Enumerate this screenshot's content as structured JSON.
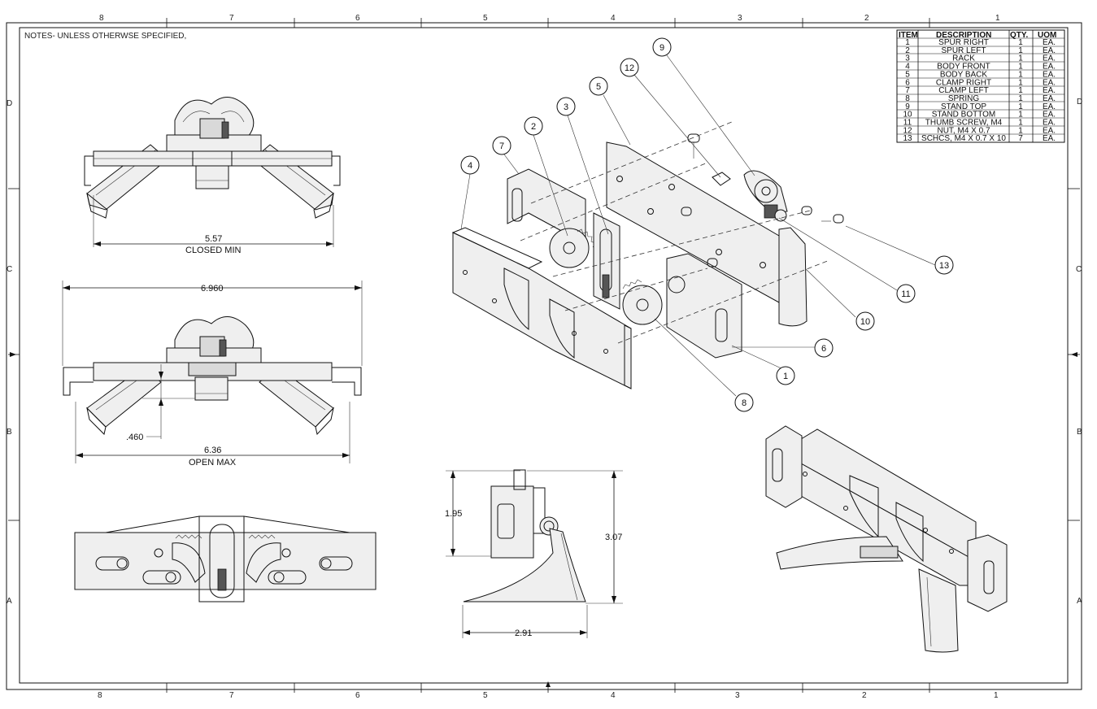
{
  "notes": "NOTES- UNLESS OTHERWSE SPECIFIED,",
  "zones_top": [
    "8",
    "7",
    "6",
    "5",
    "4",
    "3",
    "2",
    "1"
  ],
  "zones_bottom": [
    "8",
    "7",
    "6",
    "5",
    "4",
    "3",
    "2",
    "1"
  ],
  "zones_left": [
    "D",
    "C",
    "B",
    "A"
  ],
  "zones_right": [
    "D",
    "C",
    "B",
    "A"
  ],
  "bom": {
    "headers": [
      "ITEM",
      "DESCRIPTION",
      "QTY.",
      "UOM"
    ],
    "rows": [
      {
        "item": "1",
        "desc": "SPUR RIGHT",
        "qty": "1",
        "uom": "EA."
      },
      {
        "item": "2",
        "desc": "SPUR LEFT",
        "qty": "1",
        "uom": "EA."
      },
      {
        "item": "3",
        "desc": "RACK",
        "qty": "1",
        "uom": "EA."
      },
      {
        "item": "4",
        "desc": "BODY FRONT",
        "qty": "1",
        "uom": "EA."
      },
      {
        "item": "5",
        "desc": "BODY BACK",
        "qty": "1",
        "uom": "EA."
      },
      {
        "item": "6",
        "desc": "CLAMP RIGHT",
        "qty": "1",
        "uom": "EA."
      },
      {
        "item": "7",
        "desc": "CLAMP LEFT",
        "qty": "1",
        "uom": "EA."
      },
      {
        "item": "8",
        "desc": "SPRING",
        "qty": "1",
        "uom": "EA."
      },
      {
        "item": "9",
        "desc": "STAND TOP",
        "qty": "1",
        "uom": "EA."
      },
      {
        "item": "10",
        "desc": "STAND BOTTOM",
        "qty": "1",
        "uom": "EA."
      },
      {
        "item": "11",
        "desc": "THUMB SCREW, M4",
        "qty": "1",
        "uom": "EA."
      },
      {
        "item": "12",
        "desc": "NUT, M4 X 0.7",
        "qty": "1",
        "uom": "EA."
      },
      {
        "item": "13",
        "desc": "SCHCS, M4 X 0.7 X 10",
        "qty": "7",
        "uom": "EA."
      }
    ]
  },
  "dimensions": {
    "closed_min_value": "5.57",
    "closed_min_label": "CLOSED MIN",
    "overall_width": "6.960",
    "offset": ".460",
    "open_max_value": "6.36",
    "open_max_label": "OPEN MAX",
    "height_small": "1.95",
    "height_total": "3.07",
    "depth": "2.91"
  },
  "balloons": [
    "1",
    "2",
    "3",
    "4",
    "5",
    "6",
    "7",
    "8",
    "9",
    "10",
    "11",
    "12",
    "13"
  ]
}
